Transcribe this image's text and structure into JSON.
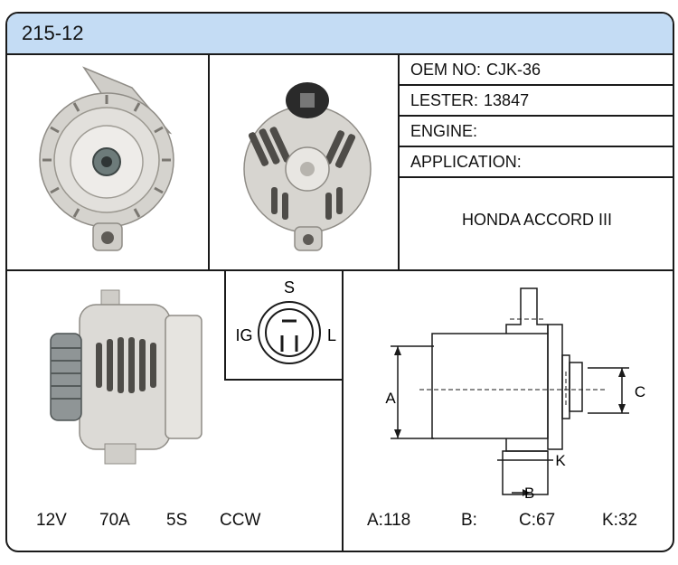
{
  "header": {
    "part_number": "215-12"
  },
  "specs": {
    "oem_label": "OEM NO:",
    "oem_value": "CJK-36",
    "lester_label": "LESTER:",
    "lester_value": "13847",
    "engine_label": "ENGINE:",
    "engine_value": "",
    "application_label": "APPLICATION:",
    "application_value": "HONDA ACCORD III"
  },
  "connector": {
    "top": "S",
    "left": "IG",
    "right": "L"
  },
  "electrical": {
    "voltage": "12V",
    "amperage": "70A",
    "pulley": "5S",
    "rotation": "CCW"
  },
  "dimensions": {
    "a_label": "A",
    "b_label": "B",
    "c_label": "C",
    "k_label": "K",
    "a_text": "A:118",
    "b_text": "B:",
    "c_text": "C:67",
    "k_text": "K:32"
  },
  "colors": {
    "header_bg": "#c4dcf4",
    "border": "#1a1a1a",
    "metal": "#d8d6d2"
  }
}
